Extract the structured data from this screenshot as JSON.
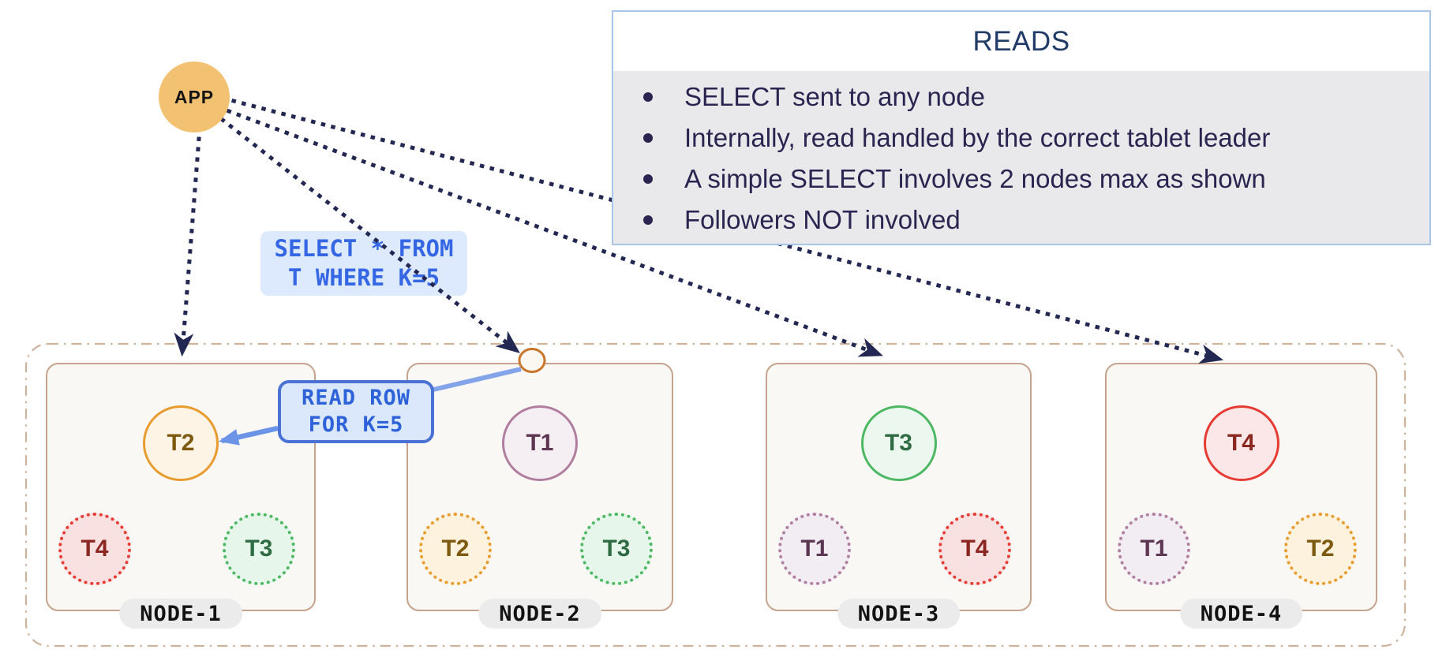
{
  "info_panel": {
    "title": "READS",
    "bullets": [
      "SELECT sent to any node",
      "Internally, read handled by the correct tablet leader",
      "A simple SELECT involves 2 nodes max as shown",
      "Followers NOT involved"
    ]
  },
  "app": {
    "label": "APP"
  },
  "query_label": {
    "line1": "SELECT * FROM",
    "line2": "T WHERE K=5"
  },
  "read_label": {
    "line1": "READ ROW",
    "line2": "FOR K=5"
  },
  "nodes": [
    {
      "label": "NODE-1",
      "leader": {
        "label": "T2"
      },
      "followers": [
        {
          "label": "T4"
        },
        {
          "label": "T3"
        }
      ]
    },
    {
      "label": "NODE-2",
      "leader": {
        "label": "T1"
      },
      "followers": [
        {
          "label": "T2"
        },
        {
          "label": "T3"
        }
      ]
    },
    {
      "label": "NODE-3",
      "leader": {
        "label": "T3"
      },
      "followers": [
        {
          "label": "T1"
        },
        {
          "label": "T4"
        }
      ]
    },
    {
      "label": "NODE-4",
      "leader": {
        "label": "T4"
      },
      "followers": [
        {
          "label": "T1"
        },
        {
          "label": "T2"
        }
      ]
    }
  ],
  "colors": {
    "arrow_navy": "#232852",
    "panel_border": "#a9c6e9",
    "panel_body_bg": "#e9e9eb",
    "panel_title_text": "#203b66",
    "panel_bullet_text": "#2a2550",
    "app_fill": "#f2c172",
    "sql_text": "#3566e3",
    "sql_bg": "#dde9fc",
    "read_box_border": "#4a72d4",
    "read_arrow_blue": "#6b93e6",
    "node_border": "#c5a38c",
    "node_bg": "#faf8f5",
    "cluster_border": "#cdb29c",
    "pill_bg": "#ebebeb",
    "tablet_t1_border": "#b07fa0",
    "tablet_t2_border": "#e89b2e",
    "tablet_t3_border": "#4db863",
    "tablet_t4_border": "#e53b33"
  }
}
